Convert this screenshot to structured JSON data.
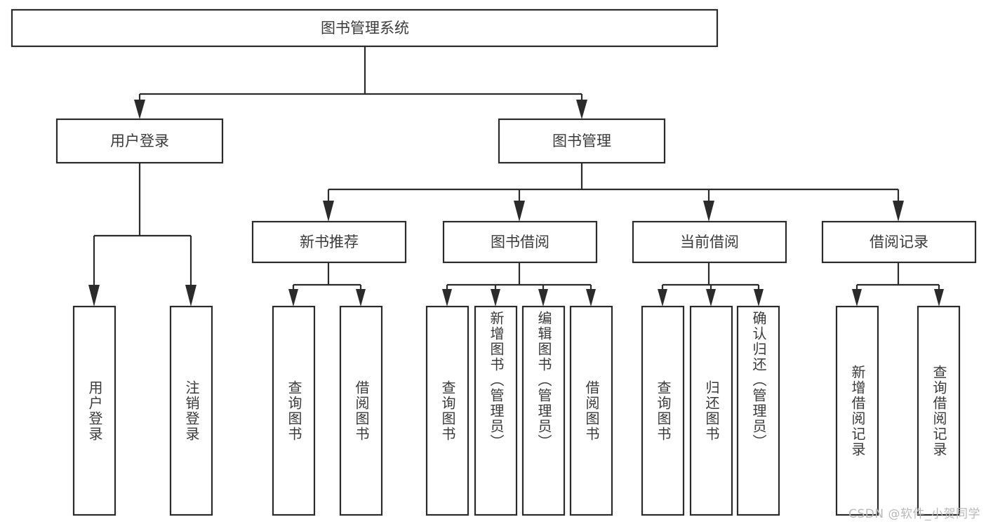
{
  "diagram": {
    "title": "图书管理系统",
    "type": "tree-hierarchy-chart",
    "watermark": "CSDN @软件_小贺同学",
    "colors": {
      "background": "#ffffff",
      "stroke": "#2b2b2b",
      "text": "#3a3a3a",
      "watermark": "#b9b9b9"
    },
    "root": {
      "label": "图书管理系统"
    },
    "level2": [
      {
        "label": "用户登录"
      },
      {
        "label": "图书管理"
      }
    ],
    "level3": [
      {
        "label": "新书推荐"
      },
      {
        "label": "图书借阅"
      },
      {
        "label": "当前借阅"
      },
      {
        "label": "借阅记录"
      }
    ],
    "leaves": {
      "user_login": [
        {
          "label": "用户登录"
        },
        {
          "label": "注销登录"
        }
      ],
      "new_book_recommend": [
        {
          "label": "查询图书"
        },
        {
          "label": "借阅图书"
        }
      ],
      "book_borrow": [
        {
          "label": "查询图书"
        },
        {
          "label": "新增图书（管理员）"
        },
        {
          "label": "编辑图书（管理员）"
        },
        {
          "label": "借阅图书"
        }
      ],
      "current_borrow": [
        {
          "label": "查询图书"
        },
        {
          "label": "归还图书"
        },
        {
          "label": "确认归还（管理员）"
        }
      ],
      "borrow_record": [
        {
          "label": "新增借阅记录"
        },
        {
          "label": "查询借阅记录"
        }
      ]
    }
  }
}
